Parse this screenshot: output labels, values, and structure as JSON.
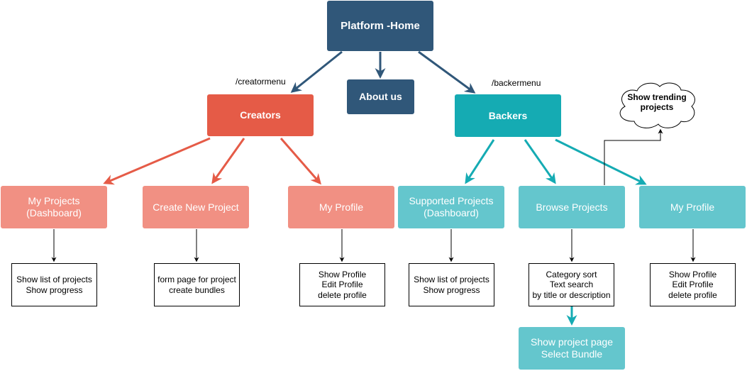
{
  "root": {
    "label": "Platform -Home"
  },
  "about": {
    "label": "About us"
  },
  "creators": {
    "label": "Creators",
    "route": "/creatormenu",
    "children": [
      {
        "label": "My Projects\n(Dashboard)",
        "note": "Show list of projects\nShow progress"
      },
      {
        "label": "Create New Project",
        "note": "form page for project\ncreate bundles"
      },
      {
        "label": "My Profile",
        "note": "Show  Profile\nEdit Profile\ndelete profile"
      }
    ]
  },
  "backers": {
    "label": "Backers",
    "route": "/backermenu",
    "children": [
      {
        "label": "Supported Projects\n(Dashboard)",
        "note": "Show list of projects\nShow progress"
      },
      {
        "label": "Browse Projects",
        "note": "Category sort\nText search\nby title or description"
      },
      {
        "label": "My Profile",
        "note": "Show  Profile\nEdit Profile\ndelete profile"
      }
    ],
    "trending": "Show trending\nprojects",
    "project_page": "Show project page\nSelect Bundle"
  },
  "colors": {
    "root": "#305779",
    "creators": "#e55b47",
    "creator_child": "#f19083",
    "backers": "#15abb3",
    "backer_child": "#64c6cd"
  }
}
